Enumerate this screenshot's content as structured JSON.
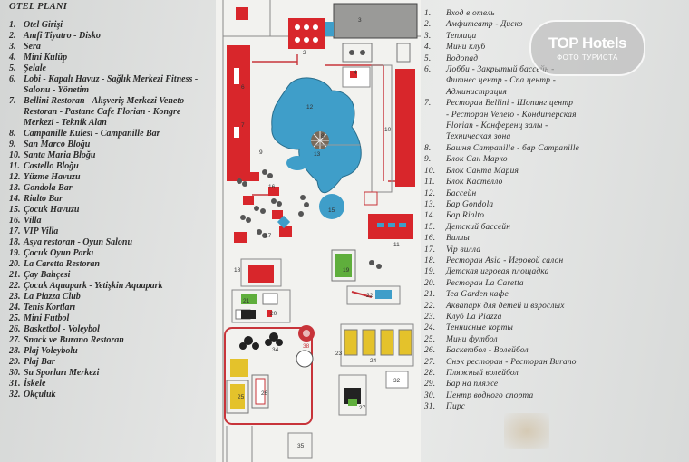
{
  "plan_title": "OTEL PLANI",
  "legend_tr": [
    {
      "n": "1.",
      "t": "Otel Girişi"
    },
    {
      "n": "2.",
      "t": "Amfi Tiyatro - Disko"
    },
    {
      "n": "3.",
      "t": "Sera"
    },
    {
      "n": "4.",
      "t": "Mini Kulüp"
    },
    {
      "n": "5.",
      "t": "Şelale"
    },
    {
      "n": "6.",
      "t": "Lobi - Kapalı Havuz - Sağlık Merkezi Fitness - Salonu - Yönetim"
    },
    {
      "n": "7.",
      "t": "Bellini Restoran - Alışveriş Merkezi Veneto - Restoran - Pastane Cafe Florian - Kongre Merkezi - Teknik Alan"
    },
    {
      "n": "8.",
      "t": "Campanille Kulesi - Campanille Bar"
    },
    {
      "n": "9.",
      "t": "San Marco Bloğu"
    },
    {
      "n": "10.",
      "t": "Santa Maria Bloğu"
    },
    {
      "n": "11.",
      "t": "Castello Bloğu"
    },
    {
      "n": "12.",
      "t": "Yüzme Havuzu"
    },
    {
      "n": "13.",
      "t": "Gondola Bar"
    },
    {
      "n": "14.",
      "t": "Rialto Bar"
    },
    {
      "n": "15.",
      "t": "Çocuk Havuzu"
    },
    {
      "n": "16.",
      "t": "Villa"
    },
    {
      "n": "17.",
      "t": "VIP Villa"
    },
    {
      "n": "18.",
      "t": "Asya restoran - Oyun Salonu"
    },
    {
      "n": "19.",
      "t": "Çocuk Oyun Parkı"
    },
    {
      "n": "20.",
      "t": "La Caretta Restoran"
    },
    {
      "n": "21.",
      "t": "Çay Bahçesi"
    },
    {
      "n": "22.",
      "t": "Çocuk Aquapark - Yetişkin Aquapark"
    },
    {
      "n": "23.",
      "t": "La Piazza Club"
    },
    {
      "n": "24.",
      "t": "Tenis Kortları"
    },
    {
      "n": "25.",
      "t": "Mini Futbol"
    },
    {
      "n": "26.",
      "t": "Basketbol - Voleybol"
    },
    {
      "n": "27.",
      "t": "Snack ve Burano Restoran"
    },
    {
      "n": "28.",
      "t": "Plaj Voleybolu"
    },
    {
      "n": "29.",
      "t": "Plaj Bar"
    },
    {
      "n": "30.",
      "t": "Su Sporları Merkezi"
    },
    {
      "n": "31.",
      "t": "İskele"
    },
    {
      "n": "32.",
      "t": "Okçuluk"
    }
  ],
  "legend_ru": [
    {
      "n": "1.",
      "t": "Вход в отель"
    },
    {
      "n": "2.",
      "t": "Амфитеатр - Диско"
    },
    {
      "n": "3.",
      "t": "Теплица"
    },
    {
      "n": "4.",
      "t": "Мини клуб"
    },
    {
      "n": "5.",
      "t": "Водопад"
    },
    {
      "n": "6.",
      "t": "Лобби - Закрытый бассейн -"
    },
    {
      "n": "",
      "t": "Фитнес центр - Спа центр -"
    },
    {
      "n": "",
      "t": "Администрация"
    },
    {
      "n": "7.",
      "t": "Ресторан Bellini - Шопинг центр"
    },
    {
      "n": "",
      "t": "- Ресторан Veneto - Кондитерская"
    },
    {
      "n": "",
      "t": "Florian - Конференц залы -"
    },
    {
      "n": "",
      "t": "Техническая зона"
    },
    {
      "n": "8.",
      "t": "Башня Campanille - бар Campanille"
    },
    {
      "n": "9.",
      "t": "Блок Сан Марко"
    },
    {
      "n": "10.",
      "t": "Блок Санта Мария"
    },
    {
      "n": "11.",
      "t": "Блок Кастелло"
    },
    {
      "n": "12.",
      "t": "Бассейн"
    },
    {
      "n": "13.",
      "t": "Бар Gondola"
    },
    {
      "n": "14.",
      "t": "Бар Rialto"
    },
    {
      "n": "15.",
      "t": "Детский бассейн"
    },
    {
      "n": "16.",
      "t": "Виллы"
    },
    {
      "n": "17.",
      "t": "Vip вилла"
    },
    {
      "n": "18.",
      "t": "Ресторан Asia - Игровой салон"
    },
    {
      "n": "19.",
      "t": "Детская игровая площадка"
    },
    {
      "n": "20.",
      "t": "Ресторан La Caretta"
    },
    {
      "n": "21.",
      "t": "Tea Garden кафе"
    },
    {
      "n": "22.",
      "t": "Аквапарк для детей и взрослых"
    },
    {
      "n": "23.",
      "t": "Клуб La Piazza"
    },
    {
      "n": "24.",
      "t": "Теннисные корты"
    },
    {
      "n": "25.",
      "t": "Мини футбол"
    },
    {
      "n": "26.",
      "t": "Баскетбол - Волейбол"
    },
    {
      "n": "27.",
      "t": "Снэк ресторан - Ресторан Burano"
    },
    {
      "n": "28.",
      "t": "Пляжный волейбол"
    },
    {
      "n": "29.",
      "t": "Бар на пляже"
    },
    {
      "n": "30.",
      "t": "Центр водного спорта"
    },
    {
      "n": "31.",
      "t": "Пирс"
    }
  ],
  "map_labels": [
    "2",
    "3",
    "4",
    "6",
    "7",
    "8",
    "9",
    "10",
    "11",
    "12",
    "13",
    "15",
    "16",
    "17",
    "18",
    "19",
    "20",
    "21",
    "22",
    "23",
    "24",
    "25",
    "26",
    "27",
    "32",
    "34",
    "35",
    "38"
  ],
  "watermark": {
    "main": "TOP Hotels",
    "sub": "ФОТО ТУРИСТА"
  },
  "colors": {
    "building_red": "#d8262b",
    "pool_blue": "#3f9ec9",
    "grass_green": "#5fae3c",
    "path_red": "#c8343a",
    "court_yellow": "#e4c22b"
  }
}
